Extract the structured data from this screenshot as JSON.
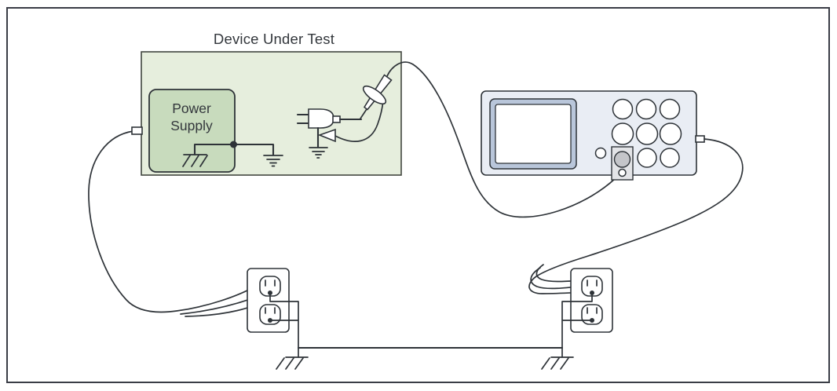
{
  "labels": {
    "device_under_test": "Device Under Test",
    "power_supply_line1": "Power",
    "power_supply_line2": "Supply"
  },
  "colors": {
    "frame_border": "#3a3d46",
    "line": "#2e3338",
    "text": "#33373c",
    "white_fill": "#ffffff",
    "dut_fill": "#e6eedd",
    "dut_border": "#41463f",
    "power_supply_fill": "#c8dbbd",
    "scope_body_fill": "#e9edf4",
    "scope_screen_band": "#b9c6da",
    "screen_fill": "#ffffff",
    "bnc_block_fill": "#e3e4e7",
    "bnc_knob_fill": "#c4c5c9"
  },
  "components": {
    "oscilloscope_knob_count": 8,
    "wall_outlet_count": 2,
    "receptacles_per_outlet": 2
  }
}
